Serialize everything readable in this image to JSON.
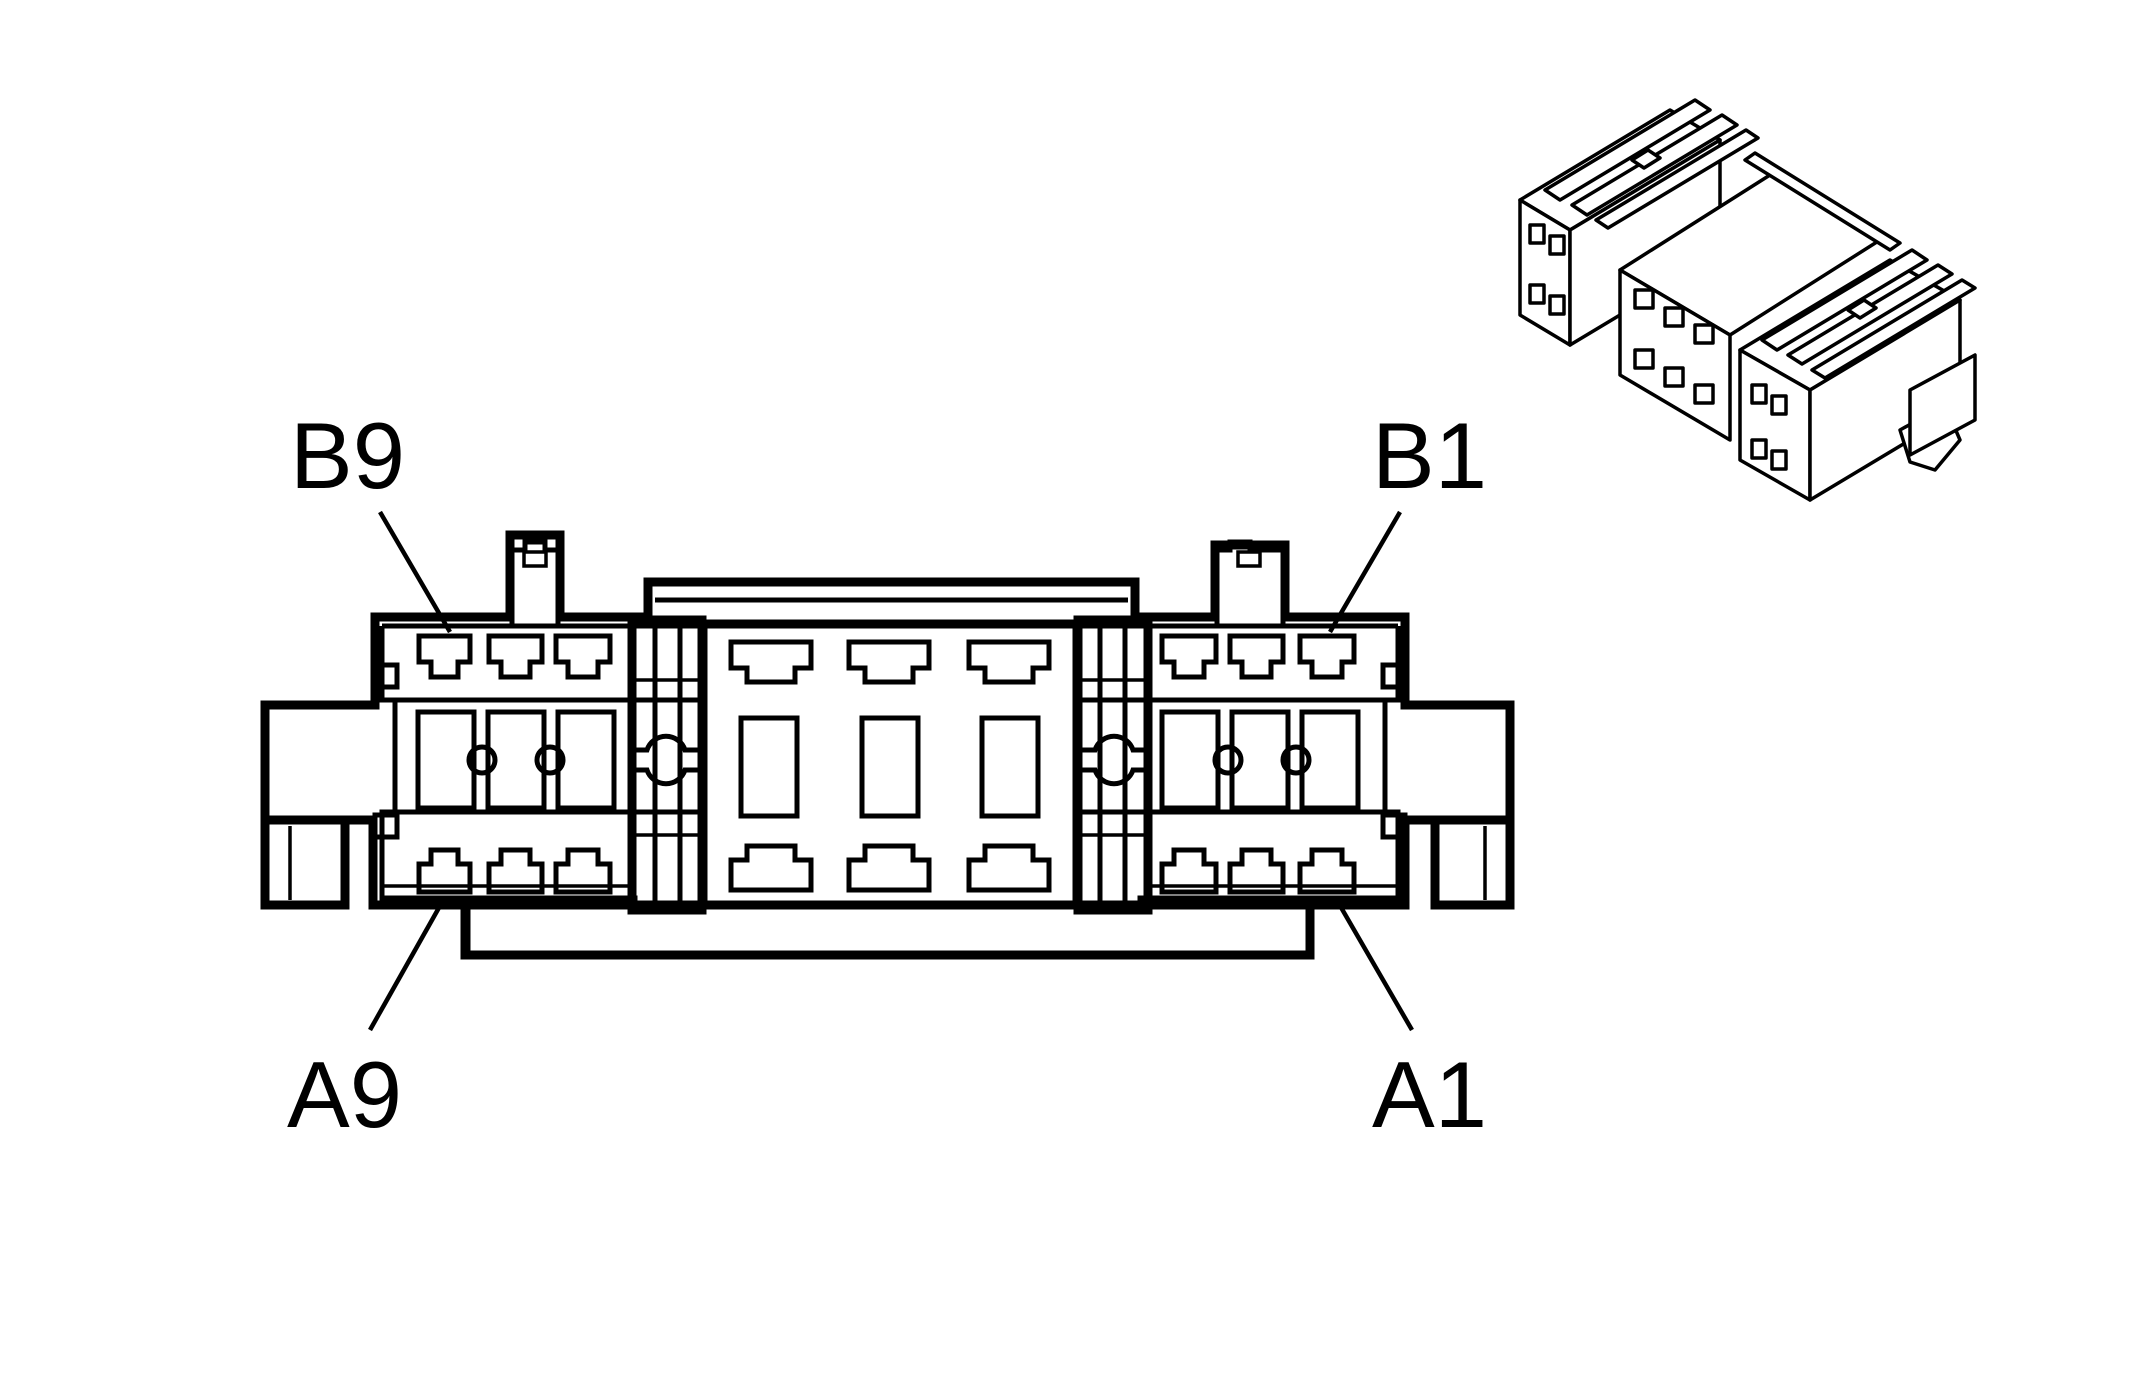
{
  "connector_view": {
    "pin_labels": {
      "top_left": "B9",
      "top_right": "B1",
      "bottom_left": "A9",
      "bottom_right": "A1"
    }
  },
  "isometric_view": {}
}
